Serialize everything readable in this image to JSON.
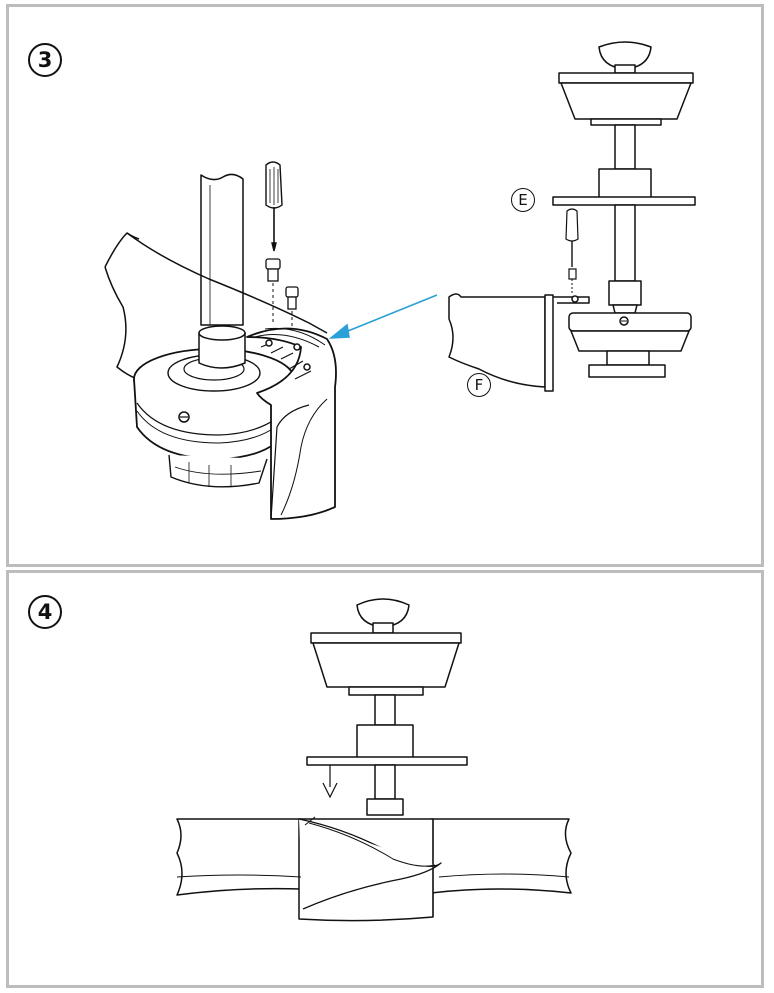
{
  "steps": [
    {
      "number": "3",
      "labels": {
        "bracket": "E",
        "blade": "F"
      }
    },
    {
      "number": "4"
    }
  ],
  "colors": {
    "line": "#111111",
    "arrow": "#2aa0d6",
    "frame": "#bdbdbd"
  },
  "icons": [
    "screwdriver-icon",
    "screw-icon",
    "down-arrow-icon",
    "assembly-arrow-icon"
  ]
}
